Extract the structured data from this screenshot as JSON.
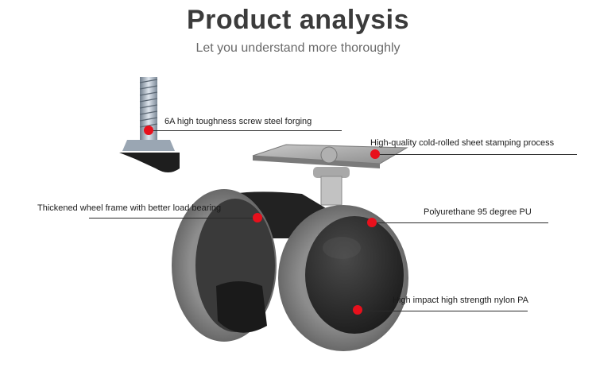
{
  "header": {
    "title": "Product analysis",
    "subtitle": "Let you understand more thoroughly"
  },
  "callouts": [
    {
      "id": "screw",
      "text": "6A high toughness screw steel forging"
    },
    {
      "id": "plate",
      "text": "High-quality cold-rolled sheet stamping process"
    },
    {
      "id": "frame",
      "text": "Thickened wheel frame with better load bearing"
    },
    {
      "id": "pu",
      "text": "Polyurethane 95 degree PU"
    },
    {
      "id": "nylon",
      "text": "High impact high strength nylon PA"
    }
  ],
  "colors": {
    "marker": "#e8101c",
    "title": "#3b3b3b",
    "wheel_tread": "#7d7d7d",
    "hub": "#2b2b2b"
  }
}
